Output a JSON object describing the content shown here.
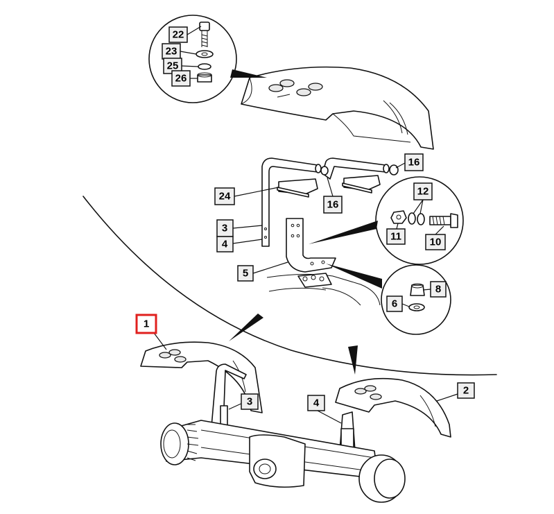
{
  "callouts": {
    "c1": "1",
    "c2": "2",
    "c3a": "3",
    "c3b": "3",
    "c4a": "4",
    "c4b": "4",
    "c5": "5",
    "c6": "6",
    "c8": "8",
    "c10": "10",
    "c11": "11",
    "c12": "12",
    "c16a": "16",
    "c16b": "16",
    "c22": "22",
    "c23": "23",
    "c24": "24",
    "c25": "25",
    "c26": "26"
  },
  "highlight_color": "#e0201e"
}
